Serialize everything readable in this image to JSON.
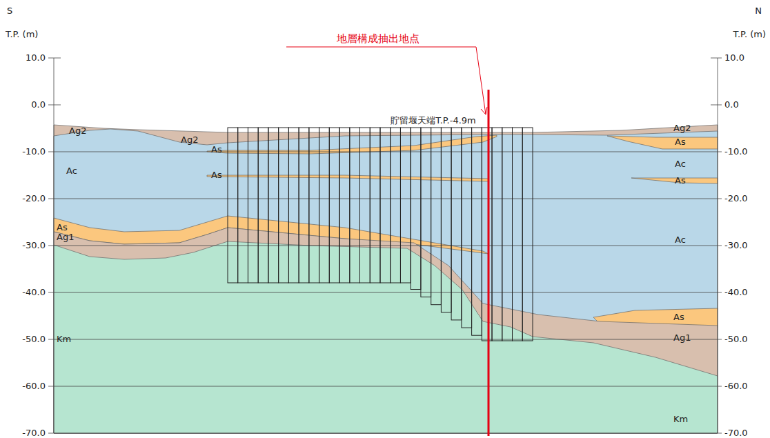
{
  "diagram": {
    "labels": [
      "S",
      "N",
      "T.P. (m)",
      "T.P. (m)",
      "地層構成抽出地点",
      "10.0",
      "0.0",
      "-10.0",
      "-20.0",
      "-30.0",
      "-40.0",
      "-50.0",
      "-60.0",
      "-70.0",
      "10.0",
      "0.0",
      "-10.0",
      "-20.0",
      "-30.0",
      "-40.0",
      "-50.0",
      "-60.0",
      "-70.0",
      "貯留堰天端T.P.-4.9m",
      "Ag2",
      "Ag2",
      "As",
      "As",
      "Ac",
      "As",
      "Ag1",
      "Km",
      "Ag2",
      "As",
      "Ac",
      "As",
      "Ac",
      "As",
      "Ag1",
      "Km"
    ]
  }
}
